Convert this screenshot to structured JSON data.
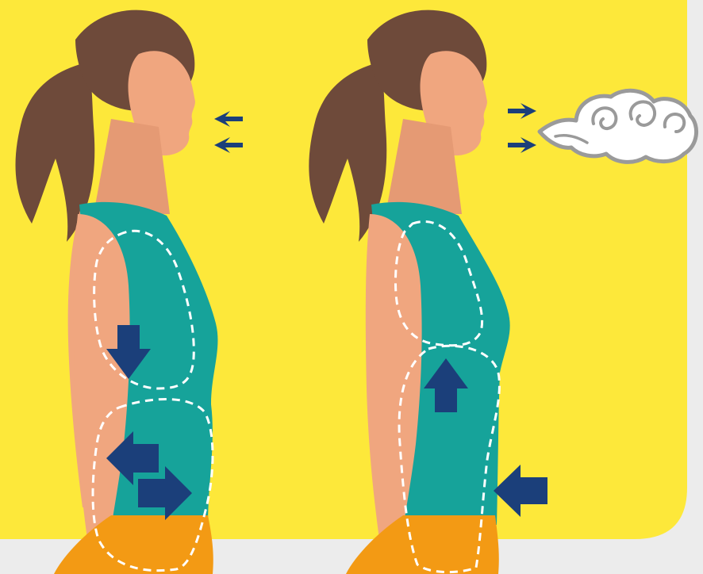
{
  "colors": {
    "panel": "#FDE83A",
    "backdrop": "#ECECEC",
    "skin": "#F0A67F",
    "skin_shadow": "#E59A74",
    "hair": "#6E4A3A",
    "top": "#16A39A",
    "pants": "#F39A14",
    "arrow": "#1B3F7A",
    "outline": "#FFFFFF",
    "cloud_fill": "#FFFFFF",
    "cloud_stroke": "#9A9A9A"
  },
  "figures": [
    {
      "id": "inhale",
      "breath": "inhale",
      "chest_arrow": "down",
      "belly_arrows": [
        "left",
        "right"
      ],
      "nose_arrows": [
        "left",
        "left"
      ]
    },
    {
      "id": "exhale",
      "breath": "exhale",
      "chest_arrow": "up",
      "belly_arrows": [
        "left"
      ],
      "nose_arrows": [
        "right",
        "right"
      ],
      "breath_cloud": true
    }
  ],
  "icons": [
    "breath-arrow-icon",
    "chest-arrow-icon",
    "belly-arrow-icon",
    "breath-cloud-icon"
  ]
}
